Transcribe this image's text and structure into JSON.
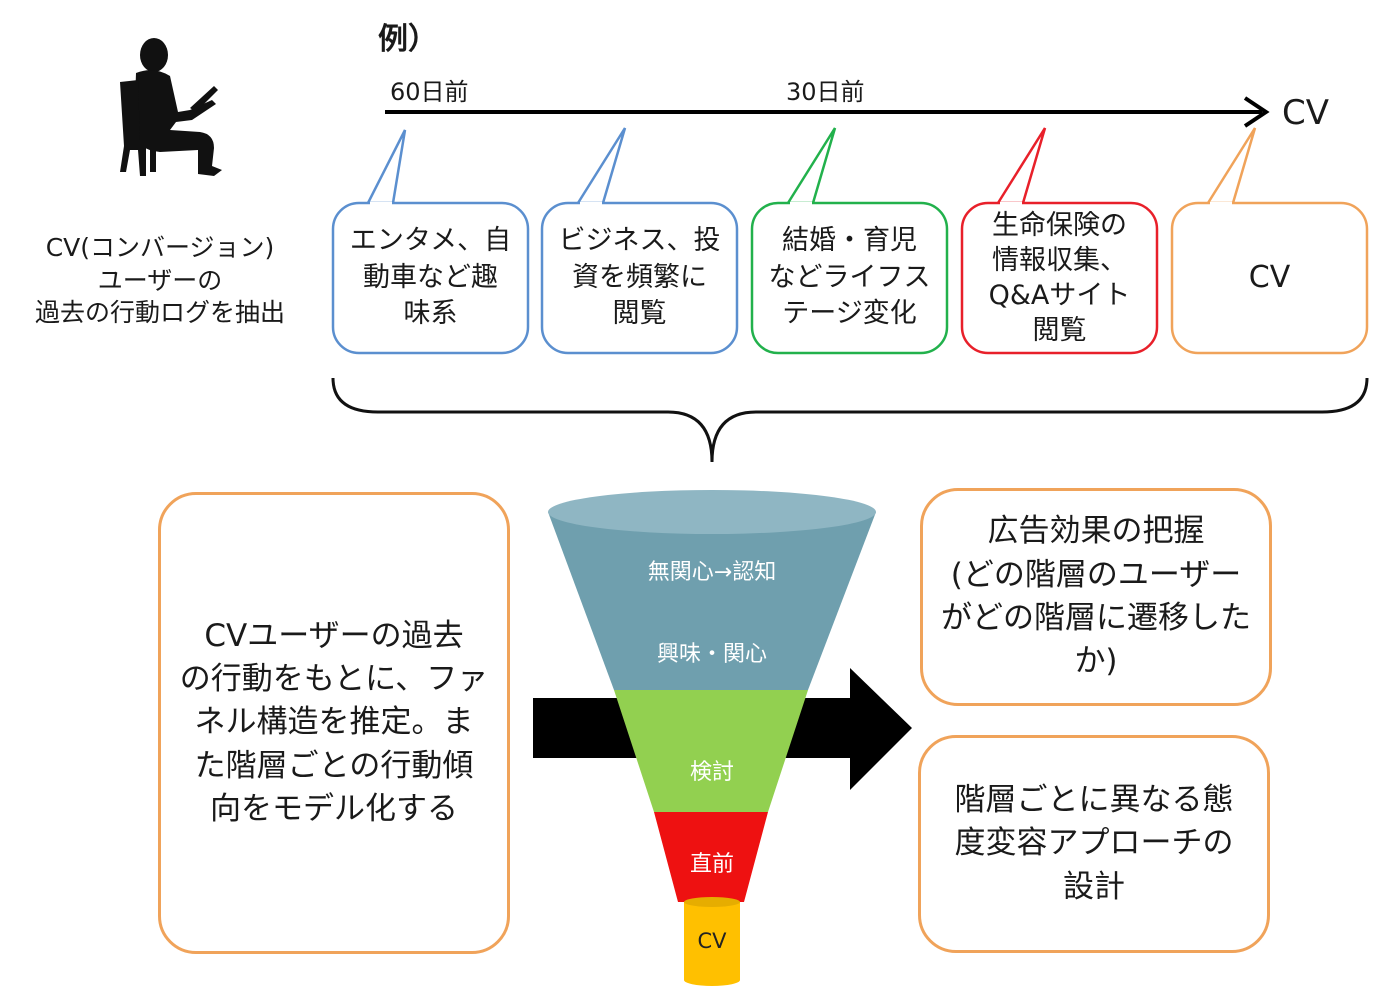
{
  "example_label": "例）",
  "timeline": {
    "label_60": "60日前",
    "label_30": "30日前",
    "end_label": "CV"
  },
  "user_caption": "CV(コンバージョン)\nユーザーの\n過去の行動ログを抽出",
  "bubbles": [
    {
      "text": "エンタメ、自\n動車など趣\n味系",
      "color": "#5b8fcf"
    },
    {
      "text": "ビジネス、投\n資を頻繁に\n閲覧",
      "color": "#5b8fcf"
    },
    {
      "text": "結婚・育児\nなどライフス\nテージ変化",
      "color": "#22b14c"
    },
    {
      "text": "生命保険の\n情報収集、\nQ&Aサイト\n閲覧",
      "color": "#e8202a"
    },
    {
      "text": "CV",
      "color": "#f0a35a"
    }
  ],
  "funnel": {
    "stage1": "無関心→認知",
    "stage2": "興味・関心",
    "stage3": "検討",
    "stage4": "直前",
    "stage5": "CV",
    "colors": {
      "top": "#6f9fae",
      "mid": "#92d050",
      "red": "#ee1111",
      "cv": "#ffc000"
    }
  },
  "left_box": "CVユーザーの過去\nの行動をもとに、ファ\nネル構造を推定。ま\nた階層ごとの行動傾\n向をモデル化する",
  "right_box_top": "広告効果の把握\n(どの階層のユーザー\nがどの階層に遷移した\nか)",
  "right_box_bottom": "階層ごとに異なる態\n度変容アプローチの\n設計"
}
